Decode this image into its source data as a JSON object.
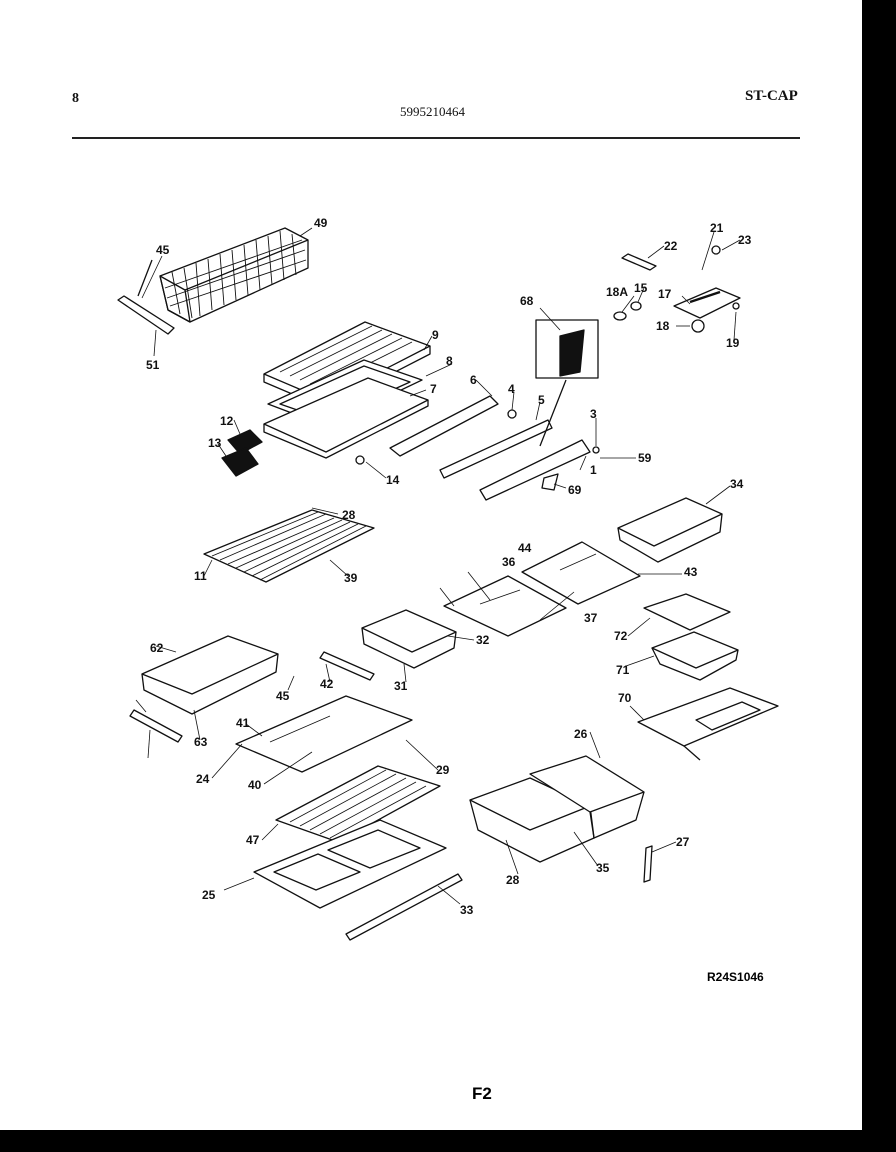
{
  "header": {
    "page_number": "8",
    "document_number": "5995210464",
    "section_code": "ST-CAP"
  },
  "footer": {
    "reference_code": "R24S1046",
    "figure_label": "F2"
  },
  "callouts": [
    "49",
    "45",
    "51",
    "22",
    "21",
    "23",
    "18A",
    "15",
    "17",
    "18",
    "19",
    "68",
    "9",
    "8",
    "7",
    "6",
    "4",
    "5",
    "3",
    "59",
    "1",
    "69",
    "12",
    "13",
    "14",
    "28",
    "11",
    "39",
    "34",
    "44",
    "36",
    "43",
    "37",
    "72",
    "71",
    "62",
    "42",
    "45",
    "63",
    "31",
    "32",
    "70",
    "41",
    "24",
    "40",
    "29",
    "26",
    "47",
    "35",
    "28",
    "25",
    "33",
    "27"
  ]
}
